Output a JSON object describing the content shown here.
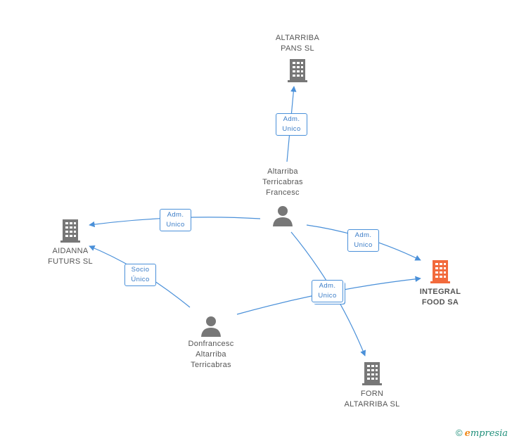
{
  "colors": {
    "edge": "#4a90d9",
    "company_icon": "#777777",
    "main_company_icon": "#f26a3c",
    "person_icon": "#777777"
  },
  "nodes": {
    "altarriba_pans": {
      "lines": [
        "ALTARRIBA",
        "PANS  SL"
      ],
      "icon": "building-icon"
    },
    "altarriba_francesc": {
      "lines": [
        "Altarriba",
        "Terricabras",
        "Francesc"
      ],
      "icon": "person-icon"
    },
    "aidanna": {
      "lines": [
        "AIDANNA",
        "FUTURS SL"
      ],
      "icon": "building-icon"
    },
    "integral_food": {
      "lines": [
        "INTEGRAL",
        "FOOD SA"
      ],
      "icon": "building-icon"
    },
    "donfrancesc": {
      "lines": [
        "Donfrancesc",
        "Altarriba",
        "Terricabras"
      ],
      "icon": "person-icon"
    },
    "forn": {
      "lines": [
        "FORN",
        "ALTARRIBA SL"
      ],
      "icon": "building-icon"
    }
  },
  "edges": [
    {
      "from": "altarriba_francesc",
      "to": "altarriba_pans",
      "label": [
        "Adm.",
        "Unico"
      ]
    },
    {
      "from": "altarriba_francesc",
      "to": "aidanna",
      "label": [
        "Adm.",
        "Unico"
      ]
    },
    {
      "from": "altarriba_francesc",
      "to": "integral_food",
      "label": [
        "Adm.",
        "Unico"
      ]
    },
    {
      "from": "donfrancesc",
      "to": "aidanna",
      "label": [
        "Socio",
        "Único"
      ]
    },
    {
      "from": "donfrancesc",
      "to": "integral_food",
      "label": [
        "Adm.",
        "Unico"
      ]
    },
    {
      "from": "altarriba_francesc",
      "to": "forn",
      "label": [
        "Adm.",
        "Unico"
      ]
    }
  ],
  "footer": {
    "copyright": "©",
    "brand_initial": "e",
    "brand_rest": "mpresia"
  }
}
